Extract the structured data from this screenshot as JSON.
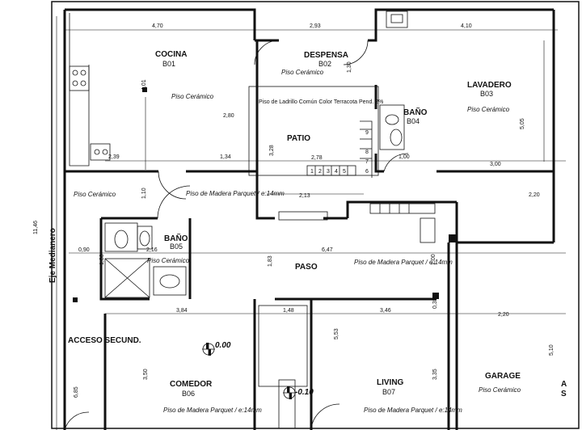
{
  "drawing": {
    "axis_label": "Eje Medianero",
    "overall_dim": "11,46",
    "rooms": [
      {
        "id": "cocina",
        "name": "COCINA",
        "code": "B01",
        "floor": "Piso Cerámico"
      },
      {
        "id": "despensa",
        "name": "DESPENSA",
        "code": "B02",
        "floor": "Piso Cerámico"
      },
      {
        "id": "lavadero",
        "name": "LAVADERO",
        "code": "B03",
        "floor": "Piso Cerámico"
      },
      {
        "id": "bano1",
        "name": "BAÑO",
        "code": "B04"
      },
      {
        "id": "bano2",
        "name": "BAÑO",
        "code": "B05",
        "floor": "Piso Cerámico"
      },
      {
        "id": "comedor",
        "name": "COMEDOR",
        "code": "B06",
        "floor": "Piso de Madera Parquet / e:14mm"
      },
      {
        "id": "living",
        "name": "LIVING",
        "code": "B07",
        "floor": "Piso de Madera Parquet / e:14mm"
      },
      {
        "id": "garage",
        "name": "GARAGE",
        "floor": "Piso Cerámico"
      },
      {
        "id": "patio",
        "name": "PATIO"
      },
      {
        "id": "paso",
        "name": "PASO"
      },
      {
        "id": "acceso",
        "name": "ACCESO SECUND."
      }
    ],
    "notes": {
      "patio_floor": "Piso de Ladrillo Común Color Terracota Pend. 2%",
      "hall_floor": "Piso de Madera Parquet / e:14mm",
      "paso_floor": "Piso de Madera Parquet / e:14mm",
      "left_floor": "Piso Cerámico"
    },
    "levels": {
      "main": "0.00",
      "lower": "-0.10"
    },
    "dimensions": {
      "d470": "4,70",
      "d293": "2,93",
      "d410": "4,10",
      "d280": "2,80",
      "d134": "1,34",
      "d239": "2,39",
      "d278": "2,78",
      "d213": "2,13",
      "d100": "1,00",
      "d300": "3,00",
      "d220": "2,20",
      "d220b": "2,20",
      "d647": "6,47",
      "d090": "0,90",
      "d216": "2,16",
      "d384": "3,84",
      "d148": "1,48",
      "d346": "3,46",
      "d505": "5,05",
      "d401": "4,01",
      "d328": "3,28",
      "d110": "1,10",
      "d100b": "1,00",
      "d183": "1,83",
      "d553": "5,53",
      "d350": "3,50",
      "d335": "3,35",
      "d510": "5,10",
      "d685": "6,85",
      "d035": "0,35",
      "d130": "1,30",
      "d130b": "1,30"
    },
    "stairs_steps": [
      "1",
      "2",
      "3",
      "4",
      "5",
      "6",
      "7",
      "8",
      "9"
    ],
    "partial_letters": [
      "A",
      "S"
    ]
  }
}
